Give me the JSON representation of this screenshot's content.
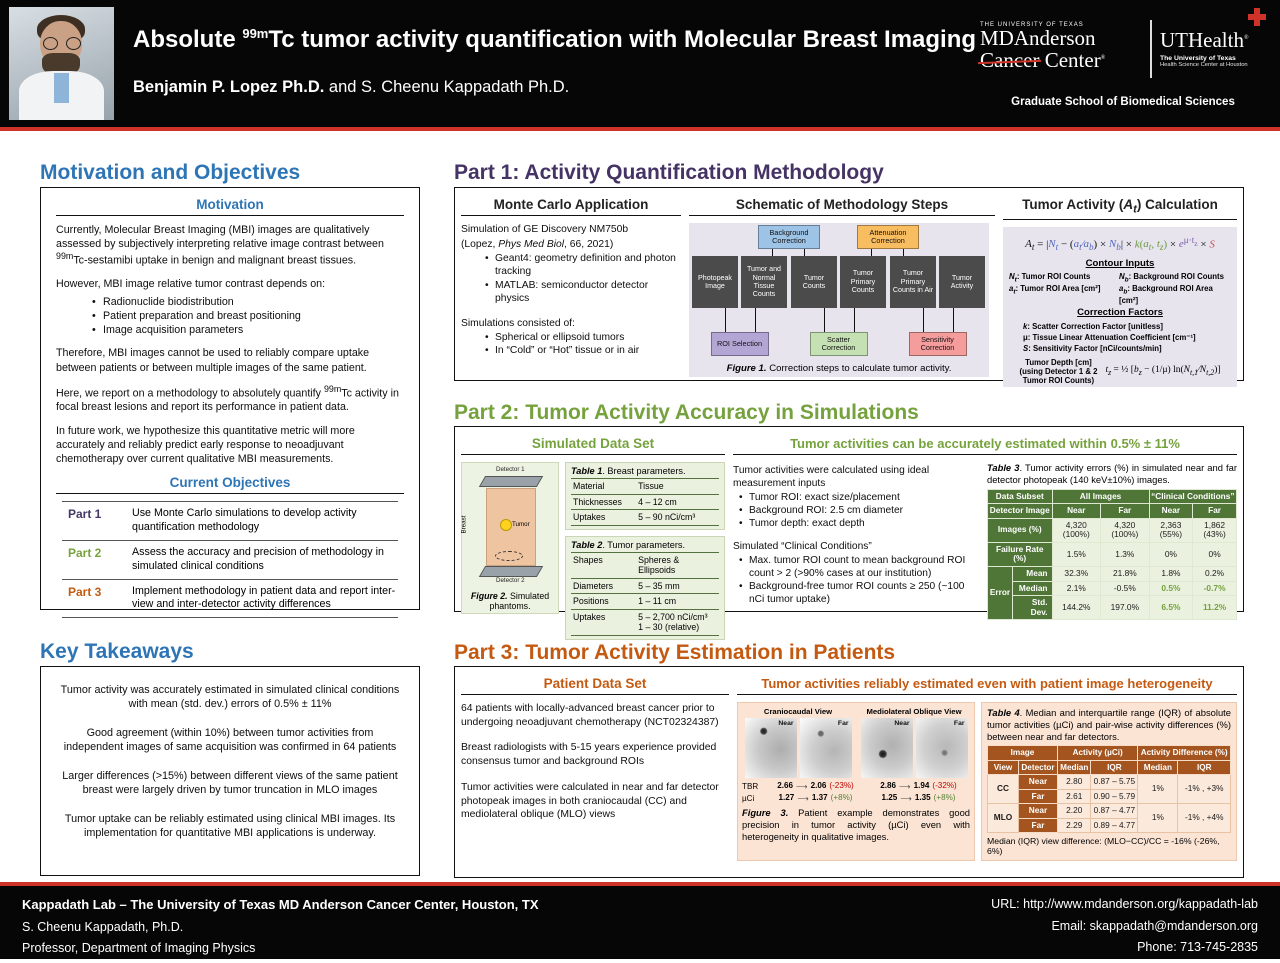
{
  "header": {
    "title_html": "Absolute <sup>99m</sup>Tc tumor activity quantification with Molecular Breast Imaging",
    "author1": "Benjamin P. Lopez Ph.D.",
    "author2": " and S. Cheenu Kappadath Ph.D.",
    "logos": {
      "ut_small": "THE UNIVERSITY OF TEXAS",
      "mda1": "MDAnderson",
      "mda2a": "Cancer",
      "mda2b": "Center",
      "reg": "®",
      "uth": "UTHealth",
      "uth_sub1": "The University of Texas",
      "uth_sub2": "Health Science Center at Houston",
      "grad": "Graduate School of Biomedical Sciences"
    }
  },
  "left": {
    "section_title": "Motivation and Objectives",
    "motivation": {
      "heading": "Motivation",
      "p1_html": "Currently, Molecular Breast Imaging (MBI) images are qualitatively assessed by subjectively interpreting relative image contrast between <sup>99m</sup>Tc-sestamibi uptake in benign and malignant breast tissues.",
      "p2_intro": "However, MBI image relative tumor contrast depends on:",
      "p2_bullets": [
        "Radionuclide biodistribution",
        "Patient preparation and breast positioning",
        "Image acquisition parameters"
      ],
      "p3": "Therefore, MBI images cannot be used to reliably compare uptake between patients or between multiple images of the same patient.",
      "p4_html": "Here, we report on a methodology to absolutely quantify <sup>99m</sup>Tc activity in focal breast lesions and report its performance in patient data.",
      "p5": "In future work, we hypothesize this quantitative metric will more accurately and reliably predict early response to neoadjuvant chemotherapy over current qualitative MBI measurements."
    },
    "objectives": {
      "heading": "Current Objectives",
      "rows": [
        {
          "part": "Part 1",
          "color": "#453864",
          "text": "Use Monte Carlo simulations to develop activity quantification methodology"
        },
        {
          "part": "Part 2",
          "color": "#76a23d",
          "text": "Assess the accuracy and precision of methodology in simulated clinical conditions"
        },
        {
          "part": "Part 3",
          "color": "#c45a11",
          "text": "Implement methodology in patient data and report inter-view and inter-detector activity differences"
        }
      ]
    },
    "takeaways": {
      "title": "Key Takeaways",
      "items": [
        "Tumor activity was accurately estimated in simulated clinical conditions with mean (std. dev.) errors of 0.5% ± 11%",
        "Good agreement (within 10%) between tumor activities from independent images of same acquisition was confirmed in 64 patients",
        "Larger differences (>15%) between different views of the same patient breast were largely driven by tumor truncation in MLO images",
        "Tumor uptake can be reliably estimated using clinical MBI images. Its implementation for quantitative MBI applications is underway."
      ]
    }
  },
  "part1": {
    "title": "Part 1: Activity Quantification Methodology",
    "monte_carlo": {
      "heading": "Monte Carlo Application",
      "line1": "Simulation of GE Discovery NM750b",
      "line2_html": "(Lopez, <i>Phys Med Biol</i>, 66, 2021)",
      "bullets": [
        "Geant4: geometry definition and photon tracking",
        "MATLAB: semiconductor detector physics"
      ],
      "line3": "Simulations consisted of:",
      "bullets2": [
        "Spherical or ellipsoid tumors",
        "In “Cold” or “Hot” tissue or in air"
      ]
    },
    "schematic": {
      "heading": "Schematic of Methodology Steps",
      "main_boxes": [
        "Photopeak Image",
        "Tumor and Normal Tissue Counts",
        "Tumor Counts",
        "Tumor Primary Counts",
        "Tumor Primary Counts in Air",
        "Tumor Activity"
      ],
      "top_boxes": [
        {
          "label": "Background Correction",
          "color": "#9dc3e6",
          "gap": 1
        },
        {
          "label": "Attenuation Correction",
          "color": "#f8bc61",
          "gap": 3
        }
      ],
      "bottom_boxes": [
        {
          "label": "ROI Selection",
          "color": "#b3a6d4",
          "gap": 0
        },
        {
          "label": "Scatter Correction",
          "color": "#c5e0b3",
          "gap": 2
        },
        {
          "label": "Sensitivity Correction",
          "color": "#f59d9d",
          "gap": 4
        }
      ],
      "caption_b": "Figure 1.",
      "caption": " Correction steps to calculate tumor activity."
    },
    "calc": {
      "heading_html": "Tumor Activity (<i>A<sub>t</sub></i>) Calculation",
      "formula_html": "<i>A<sub>t</sub></i> = |<span class=\"c-blu\"><i>N<sub>t</sub></i></span> − (<span class=\"c-blu\"><i>a<sub>t</sub></i>⁄<i>a<sub>b</sub></i></span>) × <span class=\"c-blu\"><i>N<sub>b</sub></i></span>| × <span class=\"c-grn\"><i>k</i>(<i>a<sub>t</sub></i>, <i>t<sub>z</sub></i>)</span> × <span class=\"c-pur\"><i>e</i><sup>μ·t<sub>z</sub></sup></span> × <span class=\"c-red\"><i>S</i></span>",
      "contour_heading": "Contour Inputs",
      "contour_html": [
        "<i>N<sub>t</sub></i>: Tumor ROI Counts",
        "<i>N<sub>b</sub></i>: Background ROI Counts",
        "<i>a<sub>t</sub></i>: Tumor ROI Area [cm²]",
        "<i>a<sub>b</sub></i>: Background ROI Area [cm²]"
      ],
      "factors_heading": "Correction Factors",
      "factors_html": [
        "<i>k</i>: Scatter Correction Factor [unitless]",
        "μ: Tissue Linear Attenuation Coefficient [cm⁻¹]",
        "<i>S</i>: Sensitivity Factor [nCi/counts/min]"
      ],
      "depth_label_html": "Tumor Depth [cm]<br>(using Detector 1 &amp; 2<br>Tumor ROI Counts)",
      "depth_formula_html": "<i>t<sub>z</sub></i> = ½ [<i>b<sub>z</sub></i> − (1/μ) ln(<i>N<sub>t,1</sub></i>⁄<i>N<sub>t,2</sub></i>)]"
    }
  },
  "part2": {
    "title": "Part 2: Tumor Activity Accuracy in Simulations",
    "sim_data": {
      "heading": "Simulated Data Set",
      "figure2": {
        "detector1": "Detector 1",
        "detector2": "Detector 2",
        "breast": "Breast",
        "tumor": "Tumor",
        "caption_b": "Figure 2.",
        "caption": " Simulated phantoms."
      },
      "table1": {
        "caption_b": "Table 1",
        "caption": ". Breast parameters.",
        "rows": [
          {
            "k": "Material",
            "v": [
              "Tissue"
            ]
          },
          {
            "k": "Thicknesses",
            "v": [
              "4 – 12 cm"
            ]
          },
          {
            "k": "Uptakes",
            "v": [
              "5 – 90 nCi/cm³"
            ]
          }
        ]
      },
      "table2": {
        "caption_b": "Table 2",
        "caption": ". Tumor parameters.",
        "rows": [
          {
            "k": "Shapes",
            "v": [
              "Spheres & Ellipsoids"
            ]
          },
          {
            "k": "Diameters",
            "v": [
              "5 – 35 mm"
            ]
          },
          {
            "k": "Positions",
            "v": [
              "1 – 11 cm"
            ]
          },
          {
            "k": "Uptakes",
            "v": [
              "5 – 2,700 nCi/cm³",
              "1 – 30 (relative)"
            ]
          }
        ]
      }
    },
    "results": {
      "banner": "Tumor activities can be accurately estimated within 0.5% ± 11%",
      "intro1": "Tumor activities were calculated using ideal measurement inputs",
      "bullets1": [
        "Tumor ROI: exact size/placement",
        "Background ROI: 2.5 cm diameter",
        "Tumor depth: exact depth"
      ],
      "intro2": "Simulated “Clinical Conditions”",
      "bullets2": [
        "Max. tumor ROI count to mean background ROI count > 2 (>90% cases at our institution)",
        "Background-free tumor ROI counts ≥ 250 (~100 nCi tumor uptake)"
      ],
      "table3": {
        "caption_b": "Table 3",
        "caption": ". Tumor activity errors (%) in simulated near and far detector photopeak (140 keV±10%) images.",
        "group_header": [
          "Data Subset",
          "All Images",
          "“Clinical Conditions”"
        ],
        "sub_header": [
          "Detector Image",
          "Near",
          "Far",
          "Near",
          "Far"
        ],
        "rows": [
          {
            "label": "Images (%)",
            "cells": [
              "4,320 (100%)",
              "4,320 (100%)",
              "2,363 (55%)",
              "1,862 (43%)"
            ]
          },
          {
            "label": "Failure Rate (%)",
            "cells": [
              "1.5%",
              "1.3%",
              "0%",
              "0%"
            ]
          }
        ],
        "error_label": "Error",
        "error_rows": [
          {
            "label": "Mean",
            "cells": [
              "32.3%",
              "21.8%",
              "1.8%",
              "0.2%"
            ],
            "green": false
          },
          {
            "label": "Median",
            "cells": [
              "2.1%",
              "-0.5%",
              "0.5%",
              "-0.7%"
            ],
            "green": true
          },
          {
            "label": "Std. Dev.",
            "cells": [
              "144.2%",
              "197.0%",
              "6.5%",
              "11.2%"
            ],
            "green": true
          }
        ]
      }
    }
  },
  "part3": {
    "title": "Part 3: Tumor Activity Estimation in Patients",
    "patient_data": {
      "heading": "Patient Data Set",
      "paragraphs": [
        "64 patients with locally-advanced breast cancer prior to undergoing neoadjuvant chemotherapy (NCT02324387)",
        "Breast radiologists with 5-15 years experience provided consensus tumor and background ROIs",
        "Tumor activities were calculated in near and far detector photopeak images in both craniocaudal (CC) and mediolateral oblique (MLO) views"
      ]
    },
    "results": {
      "banner": "Tumor activities reliably estimated even with patient image heterogeneity",
      "figure3": {
        "row_labels": [
          "TBR",
          "µCi"
        ],
        "views": [
          {
            "label": "Craniocaudal View",
            "near": "Near",
            "far": "Far",
            "tbr": {
              "from": "2.66",
              "to": "2.06",
              "pct": "(-23%)",
              "pct_color": "#c00000"
            },
            "uci": {
              "from": "1.27",
              "to": "1.37",
              "pct": "(+8%)",
              "pct_color": "#538135"
            }
          },
          {
            "label": "Mediolateral Oblique View",
            "near": "Near",
            "far": "Far",
            "tbr": {
              "from": "2.86",
              "to": "1.94",
              "pct": "(-32%)",
              "pct_color": "#c00000"
            },
            "uci": {
              "from": "1.25",
              "to": "1.35",
              "pct": "(+8%)",
              "pct_color": "#538135"
            }
          }
        ],
        "caption_b": "Figure 3.",
        "caption": " Patient example demonstrates good precision in tumor activity (µCi) even with heterogeneity in qualitative images."
      },
      "table4": {
        "caption_b": "Table 4",
        "caption": ". Median and interquartile range (IQR) of absolute tumor activities (µCi) and pair-wise activity differences (%) between near and far detectors.",
        "group_header": [
          "Image",
          "Activity (µCi)",
          "Activity Difference (%)"
        ],
        "sub_header": [
          "View",
          "Detector",
          "Median",
          "IQR",
          "Median",
          "IQR"
        ],
        "groups": [
          {
            "view": "CC",
            "rows": [
              {
                "det": "Near",
                "median": "2.80",
                "iqr": "0.87 – 5.75"
              },
              {
                "det": "Far",
                "median": "2.61",
                "iqr": "0.90 – 5.79"
              }
            ],
            "diff_median": "1%",
            "diff_iqr": "-1% , +3%"
          },
          {
            "view": "MLO",
            "rows": [
              {
                "det": "Near",
                "median": "2.20",
                "iqr": "0.87 – 4.77"
              },
              {
                "det": "Far",
                "median": "2.29",
                "iqr": "0.89 – 4.77"
              }
            ],
            "diff_median": "1%",
            "diff_iqr": "-1% , +4%"
          }
        ],
        "footnote": "Median (IQR) view difference: (MLO−CC)/CC = -16% (-26%, 6%)"
      }
    }
  },
  "footer": {
    "left": [
      "Kappadath Lab – The University of Texas MD Anderson Cancer Center, Houston, TX",
      "S. Cheenu Kappadath, Ph.D.",
      "Professor, Department of Imaging Physics"
    ],
    "right": [
      "URL: http://www.mdanderson.org/kappadath-lab",
      "Email: skappadath@mdanderson.org",
      "Phone: 713-745-2835"
    ]
  }
}
